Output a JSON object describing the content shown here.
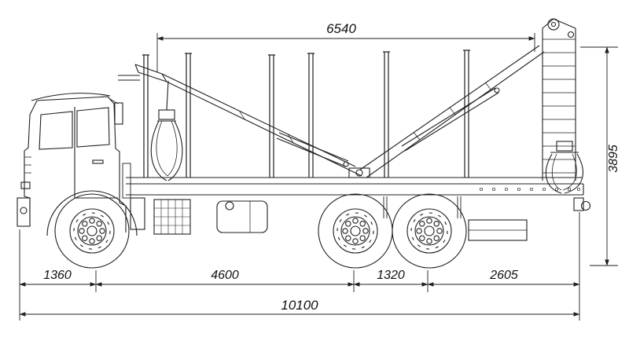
{
  "diagram": {
    "type": "technical-drawing",
    "subject": "timber logging truck with crane, side view",
    "background_color": "#ffffff",
    "line_color": "#1f1f1f",
    "dimensions": {
      "loading_area_length": "6540",
      "overall_height": "3895",
      "front_overhang": "1360",
      "wheelbase": "4600",
      "rear_bogie_spacing": "1320",
      "rear_overhang": "2605",
      "overall_length": "10100"
    }
  }
}
